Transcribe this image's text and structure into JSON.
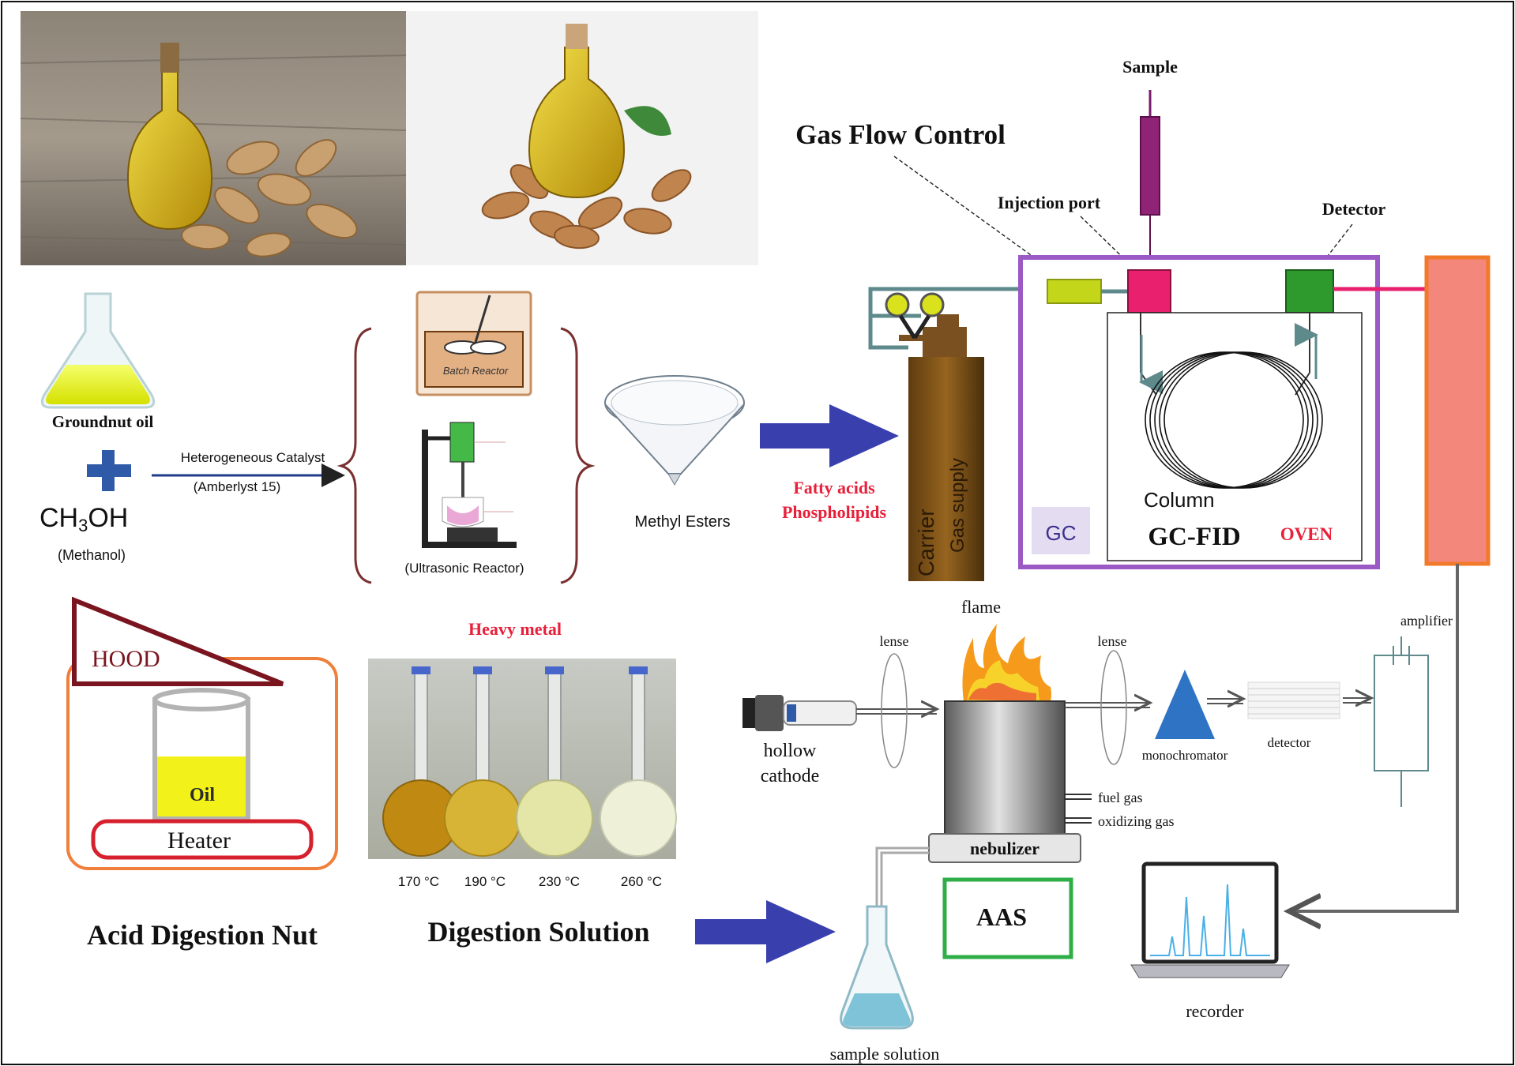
{
  "photos": {
    "left_photo": "peanut-oil-bottle-on-wood-photo",
    "right_photo": "peanut-oil-jug-on-peanuts-photo"
  },
  "transesterification": {
    "oil_label": "Groundnut oil",
    "methanol_formula_main": "CH",
    "methanol_formula_sub": "3",
    "methanol_formula_end": "OH",
    "methanol_name": "(Methanol)",
    "catalyst_label": "Heterogeneous Catalyst",
    "catalyst_name": "(Amberlyst 15)",
    "batch_reactor_label": "Batch Reactor",
    "ultrasonic_reactor_label": "(Ultrasonic Reactor)",
    "product_label": "Methyl Esters"
  },
  "gc_section": {
    "analytes_line1": "Fatty acids",
    "analytes_line2": "Phospholipids",
    "carrier_line1": "Carrier",
    "carrier_line2": "Gas supply",
    "gas_flow_control": "Gas Flow Control",
    "sample_label": "Sample",
    "injection_port_label": "Injection port",
    "detector_label": "Detector",
    "column_label": "Column",
    "gc_tag": "GC",
    "instrument_name": "GC-FID",
    "oven_label": "OVEN"
  },
  "digestion_section": {
    "hood_label": "HOOD",
    "oil_label": "Oil",
    "heater_label": "Heater",
    "caption_left": "Acid Digestion Nut",
    "heavy_metal_label": "Heavy metal",
    "temperatures": [
      "170 °C",
      "190 °C",
      "230 °C",
      "260 °C"
    ],
    "caption_right": "Digestion Solution"
  },
  "aas_section": {
    "flame_label": "flame",
    "lens_left_label": "lense",
    "lens_right_label": "lense",
    "lamp_label_line1": "hollow",
    "lamp_label_line2": "cathode",
    "monochromator_label": "monochromator",
    "detector_label": "detector",
    "amplifier_label": "amplifier",
    "fuel_gas_label": "fuel gas",
    "oxidizing_gas_label": "oxidizing gas",
    "nebulizer_label": "nebulizer",
    "instrument_name": "AAS",
    "recorder_label": "recorder",
    "sample_solution_label": "sample solution"
  },
  "colors": {
    "red_label": "#e8203a",
    "arrow_blue": "#3a3fae",
    "gc_box_purple": "#9b59c6",
    "recorder_orange": "#f07a2a",
    "recorder_fill": "#f4877c",
    "aas_box_green": "#2fae47",
    "hood_maroon": "#7a1520",
    "digestion_frame_orange": "#ef7f3a",
    "heater_red": "#d6202e"
  }
}
